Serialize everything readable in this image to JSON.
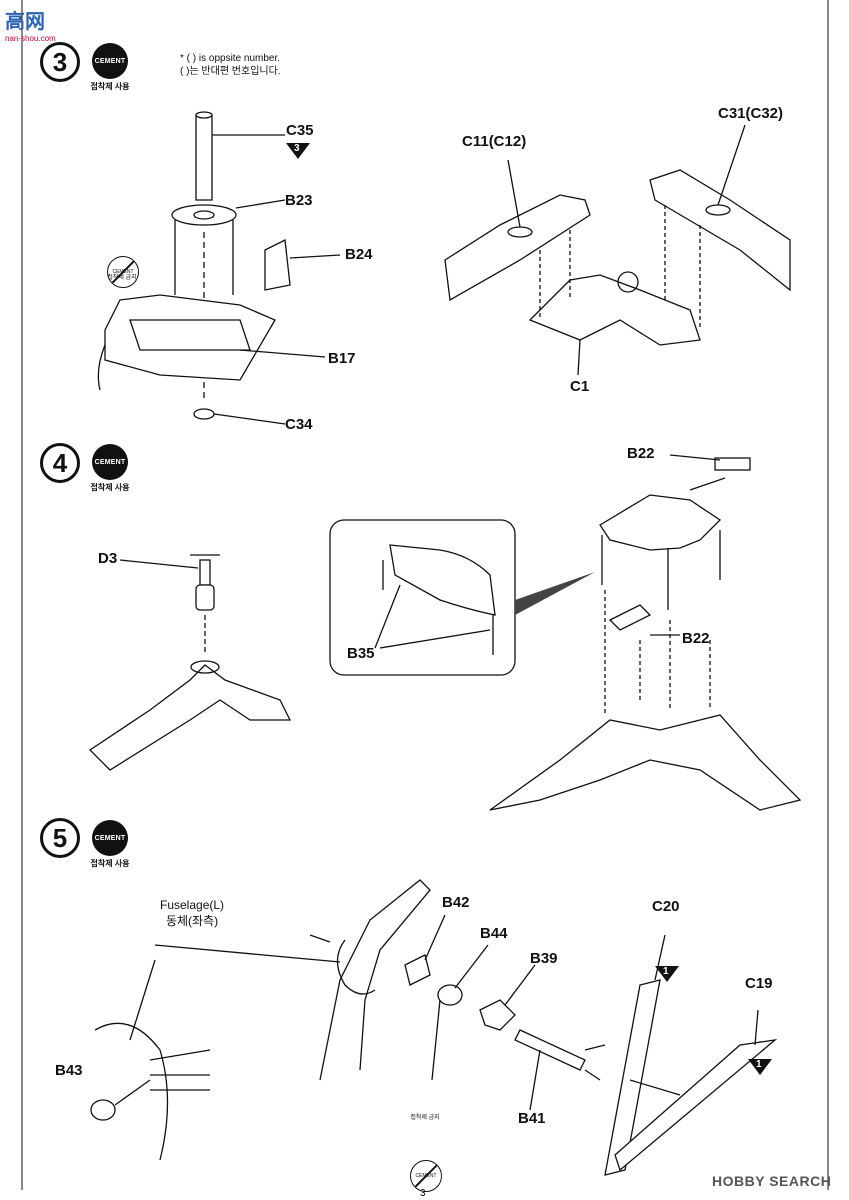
{
  "watermark": {
    "logo": "高",
    "logo_rest": "网",
    "site": "nan-shou.com"
  },
  "note": {
    "line1": "* (   ) is oppsite number.",
    "line2": "(   )는 반대편 번호입니다."
  },
  "cement": {
    "label": "CEMENT",
    "caption": "접착제 사용",
    "no_label": "CEMENT",
    "no_caption": "접착제 금지"
  },
  "steps": {
    "s3": "3",
    "s4": "4",
    "s5": "5"
  },
  "parts": {
    "c35": "C35",
    "c35_ref": "3",
    "b23": "B23",
    "b24": "B24",
    "b17": "B17",
    "c34": "C34",
    "c11": "C11(C12)",
    "c31": "C31(C32)",
    "c1": "C1",
    "b22a": "B22",
    "b22b": "B22",
    "d3": "D3",
    "b35": "B35",
    "b42": "B42",
    "b44": "B44",
    "b39": "B39",
    "b41": "B41",
    "b43": "B43",
    "c20": "C20",
    "c20_ref": "1",
    "c19": "C19",
    "c19_ref": "1",
    "fuselage_en": "Fuselage(L)",
    "fuselage_kr": "동체(좌측)"
  },
  "footer": {
    "brand": "HOBBY SEARCH",
    "page": "3"
  }
}
